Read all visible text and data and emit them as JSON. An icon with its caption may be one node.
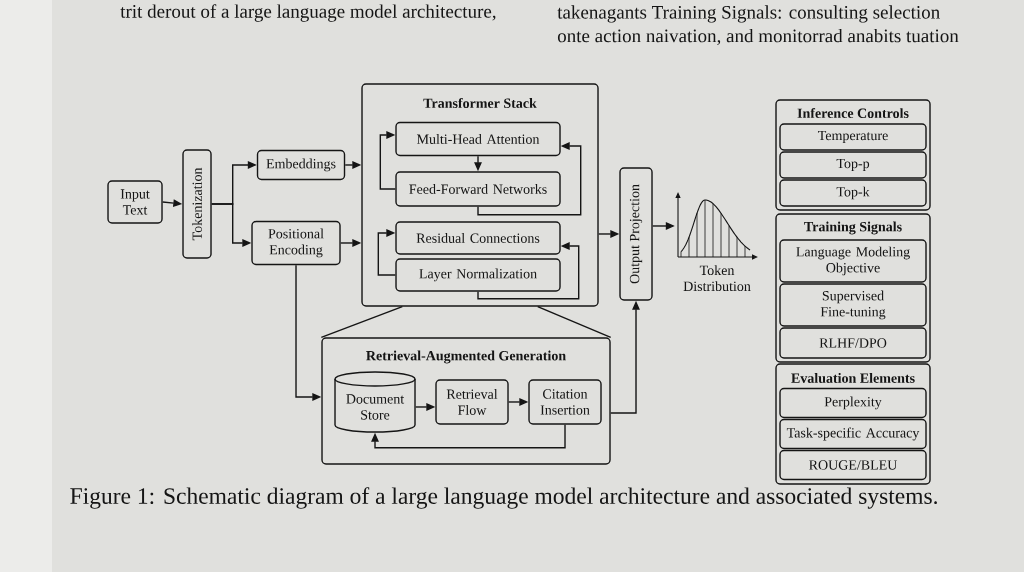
{
  "diagram": {
    "caption": "Figure 1: Schematic diagram of a large language model architecture and associated systems.",
    "nodes": [
      {
        "text": [
          "Input Text"
        ]
      },
      {
        "text": [
          "Tokenization"
        ]
      },
      {
        "text": [
          "Embeddings"
        ]
      },
      {
        "text": [
          "Positional Encoding"
        ]
      },
      {
        "text": [
          "Transformer Stack"
        ]
      },
      {
        "text": [
          "Multi-Head Attention"
        ],
        "in": 4
      },
      {
        "text": [
          "Feed-Forward Networks"
        ],
        "in": 4
      },
      {
        "text": [
          "Residual Connections"
        ],
        "in": 4
      },
      {
        "text": [
          "Layer Normalization"
        ],
        "in": 4
      },
      {
        "text": [
          "Output Projection"
        ]
      },
      {
        "text": [],
        "shape": "picture",
        "beside": [
          "Token Distribution"
        ]
      },
      {
        "text": [
          "Retrieval-Augmented Generation"
        ]
      },
      {
        "text": [
          "Document Store"
        ],
        "in": 11
      },
      {
        "text": [
          "Retrieval Flow"
        ],
        "in": 11
      },
      {
        "text": [
          "Citation Insertion"
        ],
        "in": 11
      },
      {
        "text": [
          "Inference Controls"
        ]
      },
      {
        "text": [
          "Temperature"
        ],
        "in": 15
      },
      {
        "text": [
          "Top-p"
        ],
        "in": 15
      },
      {
        "text": [
          "Top-k"
        ],
        "in": 15
      },
      {
        "text": [
          "Training Signals"
        ]
      },
      {
        "text": [
          "Language Modeling Objective"
        ],
        "in": 19
      },
      {
        "text": [
          "Supervised Fine-tuning"
        ],
        "in": 19
      },
      {
        "text": [
          "RLHF/DPO"
        ],
        "in": 19
      },
      {
        "text": [
          "Evaluation Elements"
        ]
      },
      {
        "text": [
          "Perplexity"
        ],
        "in": 23
      },
      {
        "text": [
          "Task-specific Accuracy"
        ],
        "in": 23
      },
      {
        "text": [
          "ROUGE/BLEU"
        ],
        "in": 23
      }
    ],
    "edges": [
      {
        "from": 0,
        "to": 1,
        "arrow": "to"
      },
      {
        "from": 1,
        "to": 2,
        "arrow": "to"
      },
      {
        "from": 1,
        "to": 3,
        "arrow": "to"
      },
      {
        "from": 2,
        "to": 4,
        "arrow": "to"
      },
      {
        "from": 3,
        "to": 4,
        "arrow": "to"
      },
      {
        "from": 5,
        "to": 6,
        "arrow": "to"
      },
      {
        "from": 6,
        "to": 5,
        "arrow": "to"
      },
      {
        "from": 6,
        "to": 5,
        "arrow": "to"
      },
      {
        "from": 8,
        "to": 7,
        "arrow": "to"
      },
      {
        "from": 8,
        "to": 7,
        "arrow": "to"
      },
      {
        "from": 4,
        "to": 9,
        "arrow": "to"
      },
      {
        "from": 9,
        "to": 10,
        "arrow": "to"
      },
      {
        "from": 3,
        "to": 11,
        "arrow": "to"
      },
      {
        "from": 11,
        "to": 9,
        "arrow": "to"
      },
      {
        "from": 12,
        "to": 13,
        "arrow": "to"
      },
      {
        "from": 13,
        "to": 14,
        "arrow": "to"
      },
      {
        "from": 14,
        "to": 12,
        "arrow": "to"
      },
      {
        "from": 4,
        "to": 11,
        "arrow": "none"
      },
      {
        "from": 4,
        "to": 11,
        "arrow": "none"
      }
    ],
    "labels": [
      "trit derout of a large language model architecture,",
      "takenagants Training Signals: consulting selection",
      "onte action naivation, and monitorrad anabits tuation"
    ]
  }
}
